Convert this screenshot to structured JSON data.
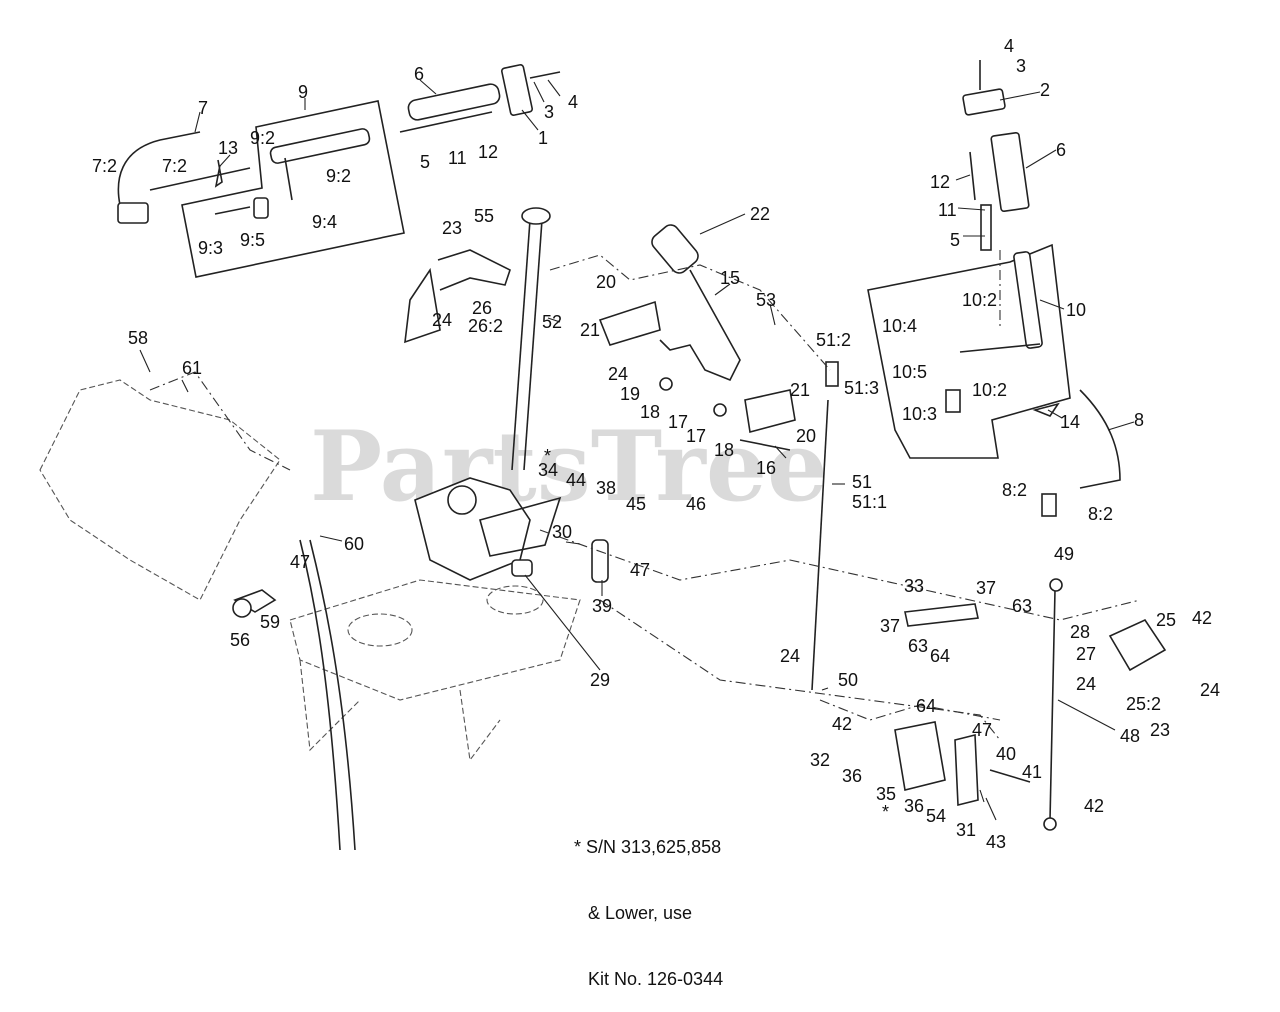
{
  "watermark": "PartsTree",
  "note_lines": [
    "* S/N 313,625,858",
    "& Lower, use",
    "Kit No. 126-0344"
  ],
  "callouts": [
    {
      "id": "c1",
      "text": "1"
    },
    {
      "id": "c2",
      "text": "2"
    },
    {
      "id": "c3a",
      "text": "3"
    },
    {
      "id": "c3b",
      "text": "3"
    },
    {
      "id": "c4a",
      "text": "4"
    },
    {
      "id": "c4b",
      "text": "4"
    },
    {
      "id": "c5a",
      "text": "5"
    },
    {
      "id": "c5b",
      "text": "5"
    },
    {
      "id": "c6a",
      "text": "6"
    },
    {
      "id": "c6b",
      "text": "6"
    },
    {
      "id": "c7",
      "text": "7"
    },
    {
      "id": "c7_2a",
      "text": "7:2"
    },
    {
      "id": "c7_2b",
      "text": "7:2"
    },
    {
      "id": "c8",
      "text": "8"
    },
    {
      "id": "c8_2a",
      "text": "8:2"
    },
    {
      "id": "c8_2b",
      "text": "8:2"
    },
    {
      "id": "c9",
      "text": "9"
    },
    {
      "id": "c9_2a",
      "text": "9:2"
    },
    {
      "id": "c9_2b",
      "text": "9:2"
    },
    {
      "id": "c9_3",
      "text": "9:3"
    },
    {
      "id": "c9_4",
      "text": "9:4"
    },
    {
      "id": "c9_5",
      "text": "9:5"
    },
    {
      "id": "c10",
      "text": "10"
    },
    {
      "id": "c10_2a",
      "text": "10:2"
    },
    {
      "id": "c10_2b",
      "text": "10:2"
    },
    {
      "id": "c10_3",
      "text": "10:3"
    },
    {
      "id": "c10_4",
      "text": "10:4"
    },
    {
      "id": "c10_5",
      "text": "10:5"
    },
    {
      "id": "c11a",
      "text": "11"
    },
    {
      "id": "c11b",
      "text": "11"
    },
    {
      "id": "c12a",
      "text": "12"
    },
    {
      "id": "c12b",
      "text": "12"
    },
    {
      "id": "c13",
      "text": "13"
    },
    {
      "id": "c14",
      "text": "14"
    },
    {
      "id": "c15",
      "text": "15"
    },
    {
      "id": "c16",
      "text": "16"
    },
    {
      "id": "c17a",
      "text": "17"
    },
    {
      "id": "c17b",
      "text": "17"
    },
    {
      "id": "c18a",
      "text": "18"
    },
    {
      "id": "c18b",
      "text": "18"
    },
    {
      "id": "c19",
      "text": "19"
    },
    {
      "id": "c20a",
      "text": "20"
    },
    {
      "id": "c20b",
      "text": "20"
    },
    {
      "id": "c21a",
      "text": "21"
    },
    {
      "id": "c21b",
      "text": "21"
    },
    {
      "id": "c22",
      "text": "22"
    },
    {
      "id": "c23a",
      "text": "23"
    },
    {
      "id": "c23b",
      "text": "23"
    },
    {
      "id": "c24a",
      "text": "24"
    },
    {
      "id": "c24b",
      "text": "24"
    },
    {
      "id": "c24c",
      "text": "24"
    },
    {
      "id": "c24d",
      "text": "24"
    },
    {
      "id": "c24e",
      "text": "24"
    },
    {
      "id": "c25",
      "text": "25"
    },
    {
      "id": "c25_2",
      "text": "25:2"
    },
    {
      "id": "c26",
      "text": "26"
    },
    {
      "id": "c26_2",
      "text": "26:2"
    },
    {
      "id": "c27",
      "text": "27"
    },
    {
      "id": "c28",
      "text": "28"
    },
    {
      "id": "c29",
      "text": "29"
    },
    {
      "id": "c30",
      "text": "30"
    },
    {
      "id": "c31",
      "text": "31"
    },
    {
      "id": "c32",
      "text": "32"
    },
    {
      "id": "c33",
      "text": "33"
    },
    {
      "id": "c34",
      "text": "34"
    },
    {
      "id": "c35",
      "text": "35"
    },
    {
      "id": "c36a",
      "text": "36"
    },
    {
      "id": "c36b",
      "text": "36"
    },
    {
      "id": "c37a",
      "text": "37"
    },
    {
      "id": "c37b",
      "text": "37"
    },
    {
      "id": "c38",
      "text": "38"
    },
    {
      "id": "c39",
      "text": "39"
    },
    {
      "id": "c40",
      "text": "40"
    },
    {
      "id": "c41",
      "text": "41"
    },
    {
      "id": "c42a",
      "text": "42"
    },
    {
      "id": "c42b",
      "text": "42"
    },
    {
      "id": "c42c",
      "text": "42"
    },
    {
      "id": "c43",
      "text": "43"
    },
    {
      "id": "c44",
      "text": "44"
    },
    {
      "id": "c45",
      "text": "45"
    },
    {
      "id": "c46",
      "text": "46"
    },
    {
      "id": "c47a",
      "text": "47"
    },
    {
      "id": "c47b",
      "text": "47"
    },
    {
      "id": "c47c",
      "text": "47"
    },
    {
      "id": "c48",
      "text": "48"
    },
    {
      "id": "c49",
      "text": "49"
    },
    {
      "id": "c50",
      "text": "50"
    },
    {
      "id": "c51",
      "text": "51"
    },
    {
      "id": "c51_1",
      "text": "51:1"
    },
    {
      "id": "c51_2",
      "text": "51:2"
    },
    {
      "id": "c51_3",
      "text": "51:3"
    },
    {
      "id": "c52",
      "text": "52"
    },
    {
      "id": "c53",
      "text": "53"
    },
    {
      "id": "c54",
      "text": "54"
    },
    {
      "id": "c55",
      "text": "55"
    },
    {
      "id": "c56",
      "text": "56"
    },
    {
      "id": "c58",
      "text": "58"
    },
    {
      "id": "c59",
      "text": "59"
    },
    {
      "id": "c60",
      "text": "60"
    },
    {
      "id": "c61",
      "text": "61"
    },
    {
      "id": "c63a",
      "text": "63"
    },
    {
      "id": "c63b",
      "text": "63"
    },
    {
      "id": "c64a",
      "text": "64"
    },
    {
      "id": "c64b",
      "text": "64"
    },
    {
      "id": "star1",
      "text": "*"
    },
    {
      "id": "star2",
      "text": "*"
    }
  ]
}
